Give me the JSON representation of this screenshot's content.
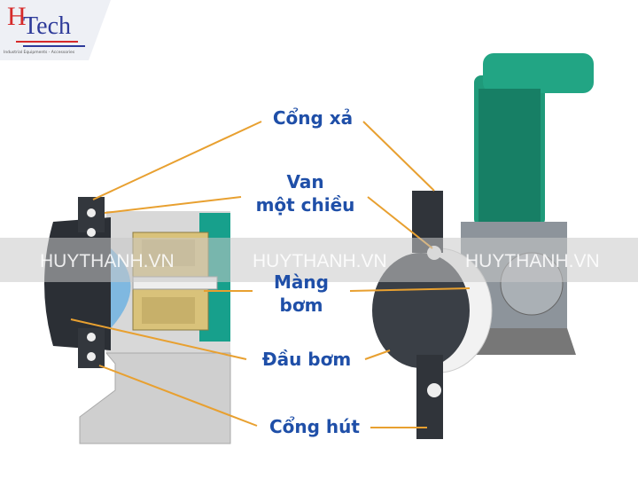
{
  "logo": {
    "brand_h": "H",
    "brand_tech": "Tech",
    "tagline": "Industrial Equipments - Accessories"
  },
  "watermark": [
    "HUYTHANH.VN",
    "HUYTHANH.VN",
    "HUYTHANH.VN"
  ],
  "labels": {
    "discharge_port": "Cổng xả",
    "check_valve_line1": "Van",
    "check_valve_line2": "một chiều",
    "diaphragm_line1": "Màng",
    "diaphragm_line2": "bơm",
    "pump_head": "Đầu bơm",
    "suction_port": "Cổng hút"
  },
  "colors": {
    "label": "#1f4fa8",
    "leader": "#e8a030",
    "motor": "#1f9a7a"
  }
}
